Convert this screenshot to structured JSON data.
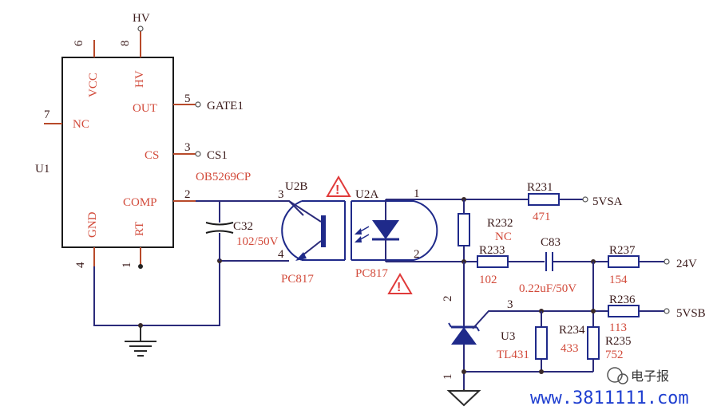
{
  "ic_u1": {
    "ref": "U1",
    "part": "OB5269CP",
    "pins": {
      "vcc": {
        "name": "VCC",
        "num": "6"
      },
      "hv": {
        "name": "HV",
        "num": "8"
      },
      "nc": {
        "name": "NC",
        "num": "7"
      },
      "out": {
        "name": "OUT",
        "num": "5"
      },
      "cs": {
        "name": "CS",
        "num": "3"
      },
      "comp": {
        "name": "COMP",
        "num": "2"
      },
      "gnd": {
        "name": "GND",
        "num": "4"
      },
      "rt": {
        "name": "RT",
        "num": "1"
      }
    }
  },
  "nets": {
    "hv": "HV",
    "gate": "GATE1",
    "cs": "CS1",
    "v5a": "5VSA",
    "v24": "24V",
    "v5b": "5VSB"
  },
  "c32": {
    "ref": "C32",
    "value": "102/50V"
  },
  "u2b": {
    "ref": "U2B",
    "pin_a": "3",
    "pin_b": "4",
    "part": "PC817"
  },
  "u2a": {
    "ref": "U2A",
    "pin_a": "1",
    "pin_b": "2",
    "part": "PC817"
  },
  "r231": {
    "ref": "R231",
    "value": "471"
  },
  "r232": {
    "ref": "R232",
    "value": "NC"
  },
  "r233": {
    "ref": "R233",
    "value": "102"
  },
  "c83": {
    "ref": "C83",
    "value": "0.22uF/50V"
  },
  "r237": {
    "ref": "R237",
    "value": "154"
  },
  "r236": {
    "ref": "R236",
    "value": "113"
  },
  "u3": {
    "ref": "U3",
    "part": "TL431",
    "pin_k": "2",
    "pin_r": "3",
    "pin_a": "1"
  },
  "r234": {
    "ref": "R234",
    "value": "433"
  },
  "r235": {
    "ref": "R235",
    "value": "752"
  },
  "warning": {
    "mark": "!"
  },
  "watermark": {
    "logo": "电子报",
    "url": "www.3811111.com"
  }
}
